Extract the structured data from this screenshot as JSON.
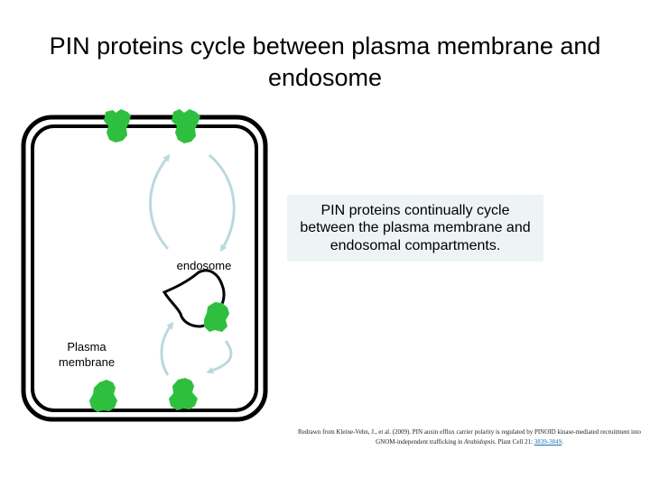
{
  "title": "PIN proteins cycle between plasma membrane and endosome",
  "labels": {
    "endosome": "endosome",
    "plasma_membrane": "Plasma membrane"
  },
  "caption": "PIN proteins continually cycle between the plasma membrane and endosomal compartments.",
  "citation": {
    "text_part1": "Redrawn from Kleine-Vehn, J., et al. (2009). PIN auxin efflux carrier polarity is regulated by PINOID kinase-mediated recruitment into GNOM-independent trafficking in ",
    "italic": "Arabidopsis",
    "text_part2": ". Plant Cell 21: ",
    "link": "3839-3849",
    "end": "."
  },
  "colors": {
    "pin_protein": "#2fbf3f",
    "arrow": "#bcd8df",
    "membrane": "#000000",
    "caption_background": "#eef3f5"
  }
}
